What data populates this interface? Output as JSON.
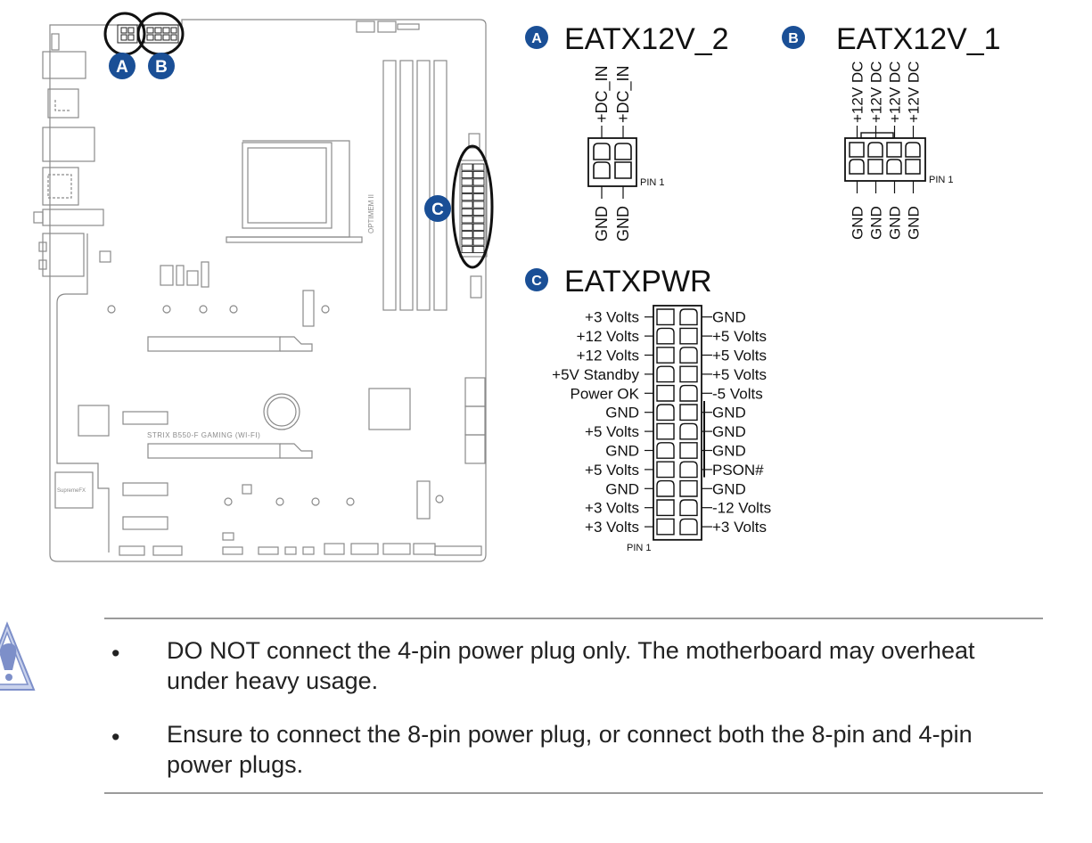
{
  "connectors": {
    "A": {
      "letter": "A",
      "title": "EATX12V_2",
      "top_pins": [
        "+DC_IN",
        "+DC_IN"
      ],
      "bottom_pins": [
        "GND",
        "GND"
      ],
      "pin1": "PIN 1"
    },
    "B": {
      "letter": "B",
      "title": "EATX12V_1",
      "top_pins": [
        "+12V DC",
        "+12V DC",
        "+12V DC",
        "+12V DC"
      ],
      "bottom_pins": [
        "GND",
        "GND",
        "GND",
        "GND"
      ],
      "pin1": "PIN 1"
    },
    "C": {
      "letter": "C",
      "title": "EATXPWR",
      "left_pins": [
        "+3 Volts",
        "+12 Volts",
        "+12 Volts",
        "+5V Standby",
        "Power OK",
        "GND",
        "+5 Volts",
        "GND",
        "+5 Volts",
        "GND",
        "+3 Volts",
        "+3 Volts"
      ],
      "right_pins": [
        "GND",
        "+5 Volts",
        "+5 Volts",
        "+5 Volts",
        "-5 Volts",
        "GND",
        "GND",
        "GND",
        "PSON#",
        "GND",
        "-12 Volts",
        "+3 Volts"
      ],
      "pin1": "PIN 1"
    }
  },
  "board": {
    "model_label": "STRIX B550-F GAMING (WI-FI)",
    "audio_label": "SupremeFX",
    "chipset_logo_text": "OPTIMEM II"
  },
  "colors": {
    "badge": "#1a4f96",
    "highlight_ring": "#111111",
    "outline": "#8a8a8a"
  },
  "notes": [
    "DO NOT connect the 4-pin power plug only. The motherboard may overheat under heavy usage.",
    "Ensure to connect the 8-pin power plug, or connect both the 8-pin and 4-pin power plugs."
  ],
  "icons": {
    "caution": "warning-triangle-icon"
  }
}
